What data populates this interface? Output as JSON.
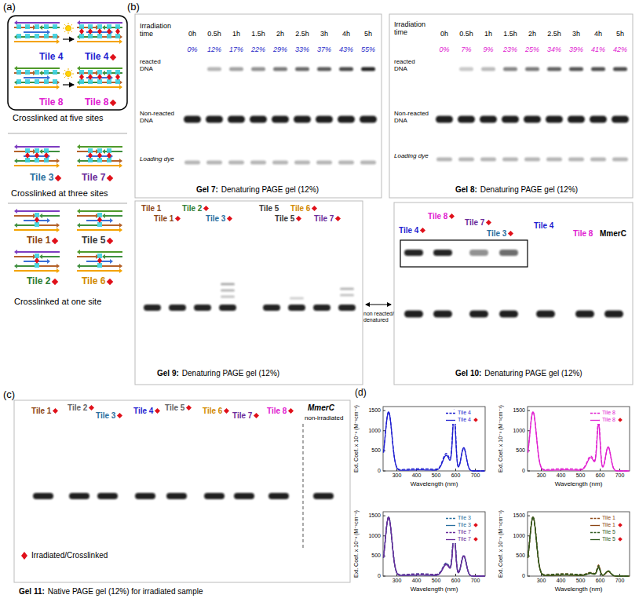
{
  "diagram": {
    "labels": [
      "(a)",
      "Tile 4",
      "Tile 4",
      "Tile 8",
      "Tile 8",
      "Crosslinked at five sites",
      "Tile 3",
      "Tile 7",
      "Crosslinked at three sites",
      "Tile 1",
      "Tile 5",
      "Tile 2",
      "Tile 6",
      "Crosslinked at one site",
      "(b)",
      "Irradiation time",
      "0h",
      "0.5h",
      "1h",
      "1.5h",
      "2h",
      "2.5h",
      "3h",
      "4h",
      "5h",
      "0%",
      "12%",
      "17%",
      "22%",
      "29%",
      "33%",
      "37%",
      "43%",
      "55%",
      "reacted DNA",
      "Non-reacted DNA",
      "Loading dye",
      "Gel 7:",
      "Denaturing PAGE gel (12%)",
      "Irradiation time",
      "0h",
      "0.5h",
      "1h",
      "1.5h",
      "2h",
      "2.5h",
      "3h",
      "4h",
      "5h",
      "0%",
      "7%",
      "9%",
      "23%",
      "25%",
      "34%",
      "39%",
      "41%",
      "42%",
      "reacted DNA",
      "Non-reacted DNA",
      "Loading dye",
      "Gel 8:",
      "Denaturing PAGE gel (12%)",
      "Tile 1",
      "Tile 1",
      "Tile 2",
      "Tile 3",
      "Tile 5",
      "Tile 6",
      "Tile 5",
      "Tile 7",
      "Gel 9:",
      "Denaturing PAGE gel (12%)",
      "non reacted/ denatured",
      "Tile 4",
      "Tile 8",
      "Tile 7",
      "Tile 3",
      "Tile 4",
      "Tile 8",
      "MmerC",
      "Gel 10:",
      "Denaturing PAGE gel (12%)",
      "(c)",
      "Tile 1",
      "Tile 2",
      "Tile 3",
      "Tile 4",
      "Tile 5",
      "Tile 6",
      "Tile 7",
      "Tile 8",
      "MmerC",
      "non-irradiated",
      "Irradiated/Crosslinked",
      "Gel 11:",
      "Native PAGE gel (12%) for irradiated sample",
      "(d)",
      "Ext. Coef. x 10⁻³ (M⁻¹cm⁻¹)",
      "0",
      "500",
      "1000",
      "1500",
      "300",
      "400",
      "500",
      "600",
      "700",
      "Wavelength (nm)",
      "Ext. Coef. x 10⁻³ (M⁻¹cm⁻¹)",
      "0",
      "500",
      "1000",
      "1500",
      "300",
      "400",
      "500",
      "600",
      "700",
      "Wavelength (nm)",
      "Ext. Coef. x 10⁻³ (M⁻¹cm⁻¹)",
      "0",
      "500",
      "1000",
      "1500",
      "300",
      "400",
      "500",
      "600",
      "700",
      "Wavelength (nm)",
      "Ext. Coef. x 10⁻³ (M⁻¹cm⁻¹)",
      "0",
      "500",
      "1000",
      "1500",
      "300",
      "400",
      "500",
      "600",
      "700",
      "Wavelength (nm)"
    ],
    "legend": [
      {
        "text": "Tile 4"
      },
      {
        "text": "Tile 4"
      },
      {
        "text": "Tile 8"
      },
      {
        "text": "Tile 8"
      },
      {
        "text": "Tile 3"
      },
      {
        "text": "Tile 3"
      },
      {
        "text": "Tile 7"
      },
      {
        "text": "Tile 7"
      },
      {
        "text": "Tile 1"
      },
      {
        "text": "Tile 1"
      },
      {
        "text": "Tile 5"
      },
      {
        "text": "Tile 5"
      }
    ]
  }
}
